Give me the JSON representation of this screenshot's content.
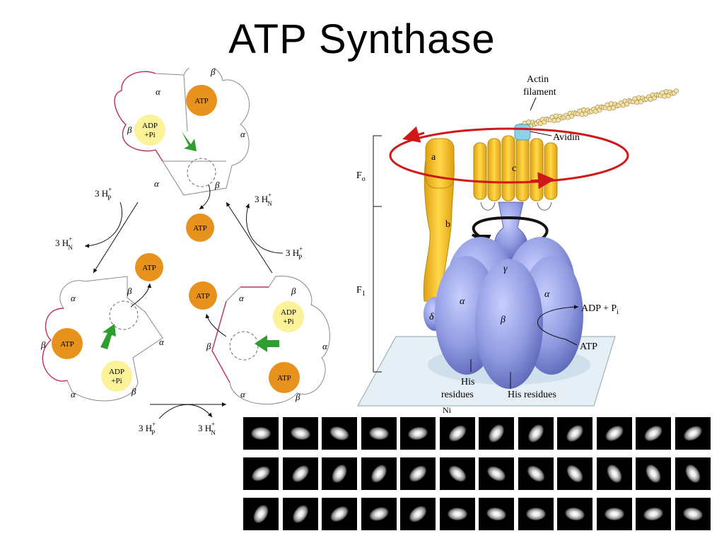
{
  "title": "ATP Synthase",
  "binding_change": {
    "subunit_alpha": "α",
    "subunit_beta": "β",
    "atp": "ATP",
    "adp": "ADP",
    "pi": "+Pi",
    "proton_p": "3 H",
    "proton_n": "3 H",
    "sup_plus": "+",
    "sub_p": "P",
    "sub_n": "N"
  },
  "motor": {
    "actin_label_1": "Actin",
    "actin_label_2": "filament",
    "avidin": "Avidin",
    "fo_label": "F",
    "fo_sub": "o",
    "f1_label": "F",
    "f1_sub": "1",
    "sub_a": "a",
    "sub_b": "b",
    "sub_c": "c",
    "gamma": "γ",
    "delta": "δ",
    "alpha": "α",
    "beta": "β",
    "adp_pi": "ADP + P",
    "adp_pi_sub": "i",
    "atp": "ATP",
    "his_1": "His",
    "his_2": "residues",
    "his_residues": "His residues",
    "cut_label": "Ni"
  },
  "colors": {
    "orange": "#e8921e",
    "yellow_pale": "#fbf29a",
    "green": "#2e9e2e",
    "pink": "#c0305a",
    "blue": "#8f9ae0",
    "gold": "#f2c019",
    "red": "#d01818",
    "cyan": "#8ed0e8"
  },
  "frame_grid": {
    "rows": 3,
    "cols": 12,
    "blob_angles": [
      [
        0,
        10,
        20,
        5,
        -10,
        -40,
        -55,
        -55,
        -45,
        -35,
        -35,
        -30
      ],
      [
        -30,
        -45,
        -60,
        -55,
        -40,
        40,
        30,
        40,
        50,
        60,
        60,
        60
      ],
      [
        -60,
        -55,
        -35,
        -20,
        -40,
        0,
        10,
        0,
        10,
        0,
        -10,
        10
      ]
    ]
  }
}
